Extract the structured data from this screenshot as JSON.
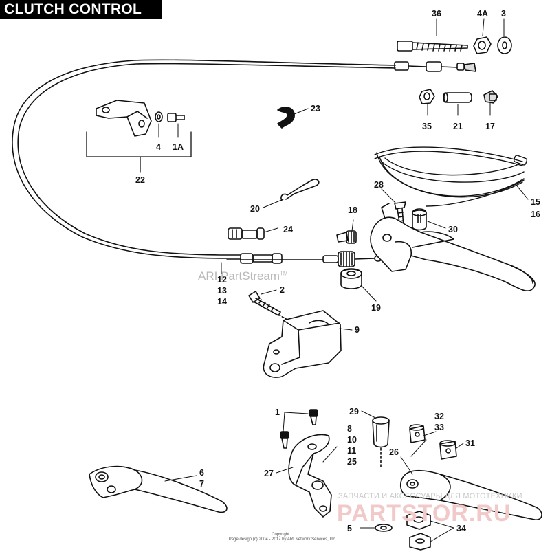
{
  "diagram": {
    "title": "CLUTCH CONTROL",
    "labels": {
      "p36": "36",
      "p4A": "4A",
      "p3": "3",
      "p23": "23",
      "p4": "4",
      "p1A": "1A",
      "p22": "22",
      "p35": "35",
      "p21": "21",
      "p17": "17",
      "p20": "20",
      "p28": "28",
      "p15": "15",
      "p16": "16",
      "p18": "18",
      "p30": "30",
      "p24": "24",
      "p12": "12",
      "p13": "13",
      "p14": "14",
      "p2": "2",
      "p19": "19",
      "p9": "9",
      "p1": "1",
      "p29": "29",
      "p32": "32",
      "p33": "33",
      "p8": "8",
      "p10": "10",
      "p11": "11",
      "p25": "25",
      "p26": "26",
      "p31": "31",
      "p27": "27",
      "p6": "6",
      "p7": "7",
      "p5": "5",
      "p34": "34"
    },
    "watermarks": {
      "ari": "ARI PartStream",
      "ari_tm": "TM",
      "site_caption": "ЗАПЧАСТИ И АКСЕССУАРЫ ДЛЯ МОТОТЕХНИКИ",
      "site_brand": "PARTSTOR.RU"
    },
    "copyright": {
      "line1": "Copyright",
      "line2": "Page design (c) 2004 - 2017 by ARI Network Services, Inc."
    }
  }
}
